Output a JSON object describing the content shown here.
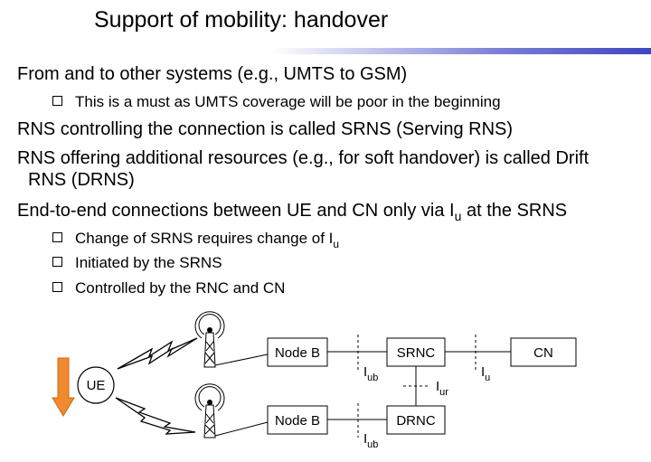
{
  "title": "Support of mobility: handover",
  "bullets": [
    {
      "text": "From and to other systems (e.g., UMTS to GSM)"
    },
    {
      "text": "This is a must as UMTS coverage will be poor in the beginning"
    },
    {
      "text": "RNS controlling the connection is called SRNS (Serving RNS)"
    },
    {
      "text_line1": "RNS offering additional resources (e.g., for soft handover) is called Drift",
      "text_line2": "RNS (DRNS)"
    },
    {
      "pre": "End-to-end connections between UE and CN only via I",
      "sub": "u",
      "post": " at the SRNS"
    },
    {
      "pre": "Change of SRNS requires change of I",
      "sub": "u"
    },
    {
      "text": "Initiated by the SRNS"
    },
    {
      "text": "Controlled by the RNC and CN"
    }
  ],
  "diagram": {
    "ue": "UE",
    "node_b_top": "Node B",
    "node_b_bottom": "Node B",
    "srnc": "SRNC",
    "drnc": "DRNC",
    "cn": "CN",
    "iub_top": {
      "main": "I",
      "sub": "ub"
    },
    "iub_bottom": {
      "main": "I",
      "sub": "ub"
    },
    "iur": {
      "main": "I",
      "sub": "ur"
    },
    "iu": {
      "main": "I",
      "sub": "u"
    },
    "arrow_color": "#f08a2c",
    "title_bar_color": "#4045c0"
  }
}
